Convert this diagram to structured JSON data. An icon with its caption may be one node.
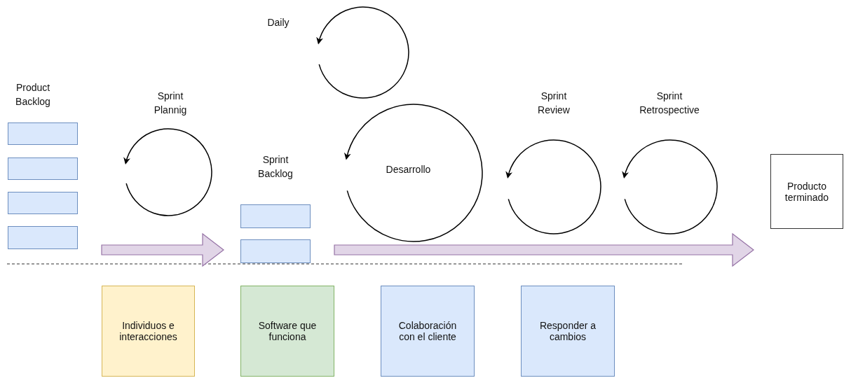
{
  "diagram": {
    "nodes": [
      {
        "text": [],
        "shape": "box"
      },
      {
        "text": [],
        "shape": "box"
      },
      {
        "text": [],
        "shape": "box"
      },
      {
        "text": [],
        "shape": "box"
      },
      {
        "text": [],
        "shape": "box"
      },
      {
        "text": [],
        "shape": "box"
      },
      {
        "text": [
          "Producto terminado"
        ]
      },
      {
        "text": [
          "Individuos e interacciones"
        ]
      },
      {
        "text": [
          "Software que funciona"
        ]
      },
      {
        "text": [
          "Colaboración con el cliente"
        ]
      },
      {
        "text": [
          "Responder a cambios"
        ]
      }
    ],
    "edges": [
      {
        "from": 3,
        "to": 5,
        "arrow": "to",
        "style": "thick"
      },
      {
        "from": 5,
        "to": 6,
        "arrow": "to",
        "style": "thick"
      }
    ],
    "labels": [
      "Daily",
      "Product Backlog",
      "Sprint Plannig",
      "Sprint Review",
      "Sprint Retrospective",
      "Sprint Backlog",
      "Desarrollo"
    ]
  }
}
